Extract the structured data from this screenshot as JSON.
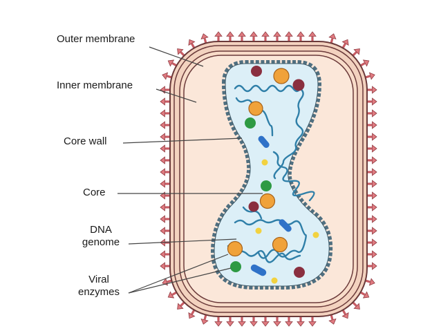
{
  "labels": {
    "outer_membrane": "Outer membrane",
    "inner_membrane": "Inner membrane",
    "core_wall": "Core wall",
    "core": "Core",
    "dna_line1": "DNA",
    "dna_line2": "genome",
    "enzymes_line1": "Viral",
    "enzymes_line2": "enzymes"
  },
  "colors": {
    "spike": "#e07a80",
    "spike_outline": "#8e3a40",
    "outer_shell": "#f3d2bf",
    "inner_fill": "#fbe7d9",
    "membrane_line": "#6b3a3a",
    "core_wall": "#4f6f80",
    "core_fill": "#dceff7",
    "dna": "#2f7fa8",
    "orange_particle": "#f0a23a",
    "maroon_particle": "#8a2f3f",
    "green_particle": "#2e9a43",
    "yellow_particle": "#f2d240",
    "blue_particle": "#2f72c8",
    "leader_line": "#444444"
  }
}
